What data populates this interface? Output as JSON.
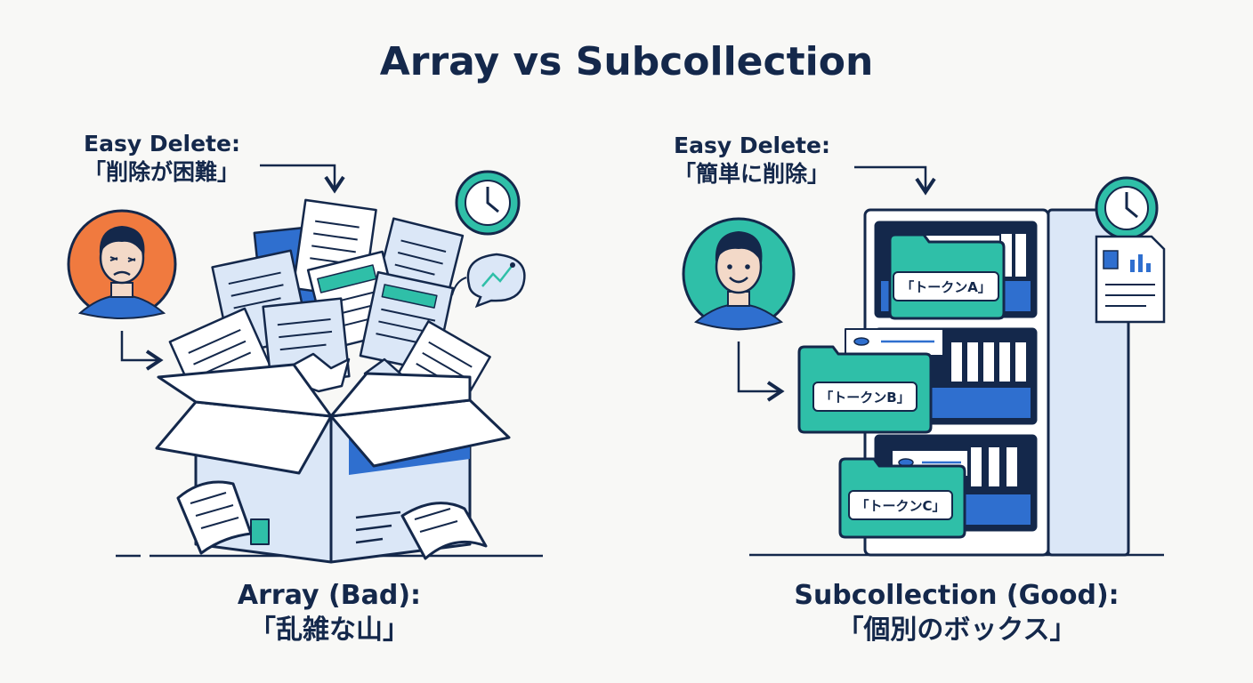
{
  "title": "Array vs Subcollection",
  "left": {
    "label_line1": "Easy Delete:",
    "label_line2": "「削除が困難」",
    "caption_line1": "Array (Bad):",
    "caption_line2": "「乱雑な山」"
  },
  "right": {
    "label_line1": "Easy Delete:",
    "label_line2": "「簡単に削除」",
    "caption_line1": "Subcollection (Good):",
    "caption_line2": "「個別のボックス」",
    "folders": [
      "「トークンA」",
      "「トークンB」",
      "「トークンC」"
    ]
  },
  "colors": {
    "navy": "#14284b",
    "teal": "#2fbfa8",
    "blue": "#2f6fcf",
    "light_blue": "#dbe7f7",
    "orange": "#f07a3f"
  }
}
